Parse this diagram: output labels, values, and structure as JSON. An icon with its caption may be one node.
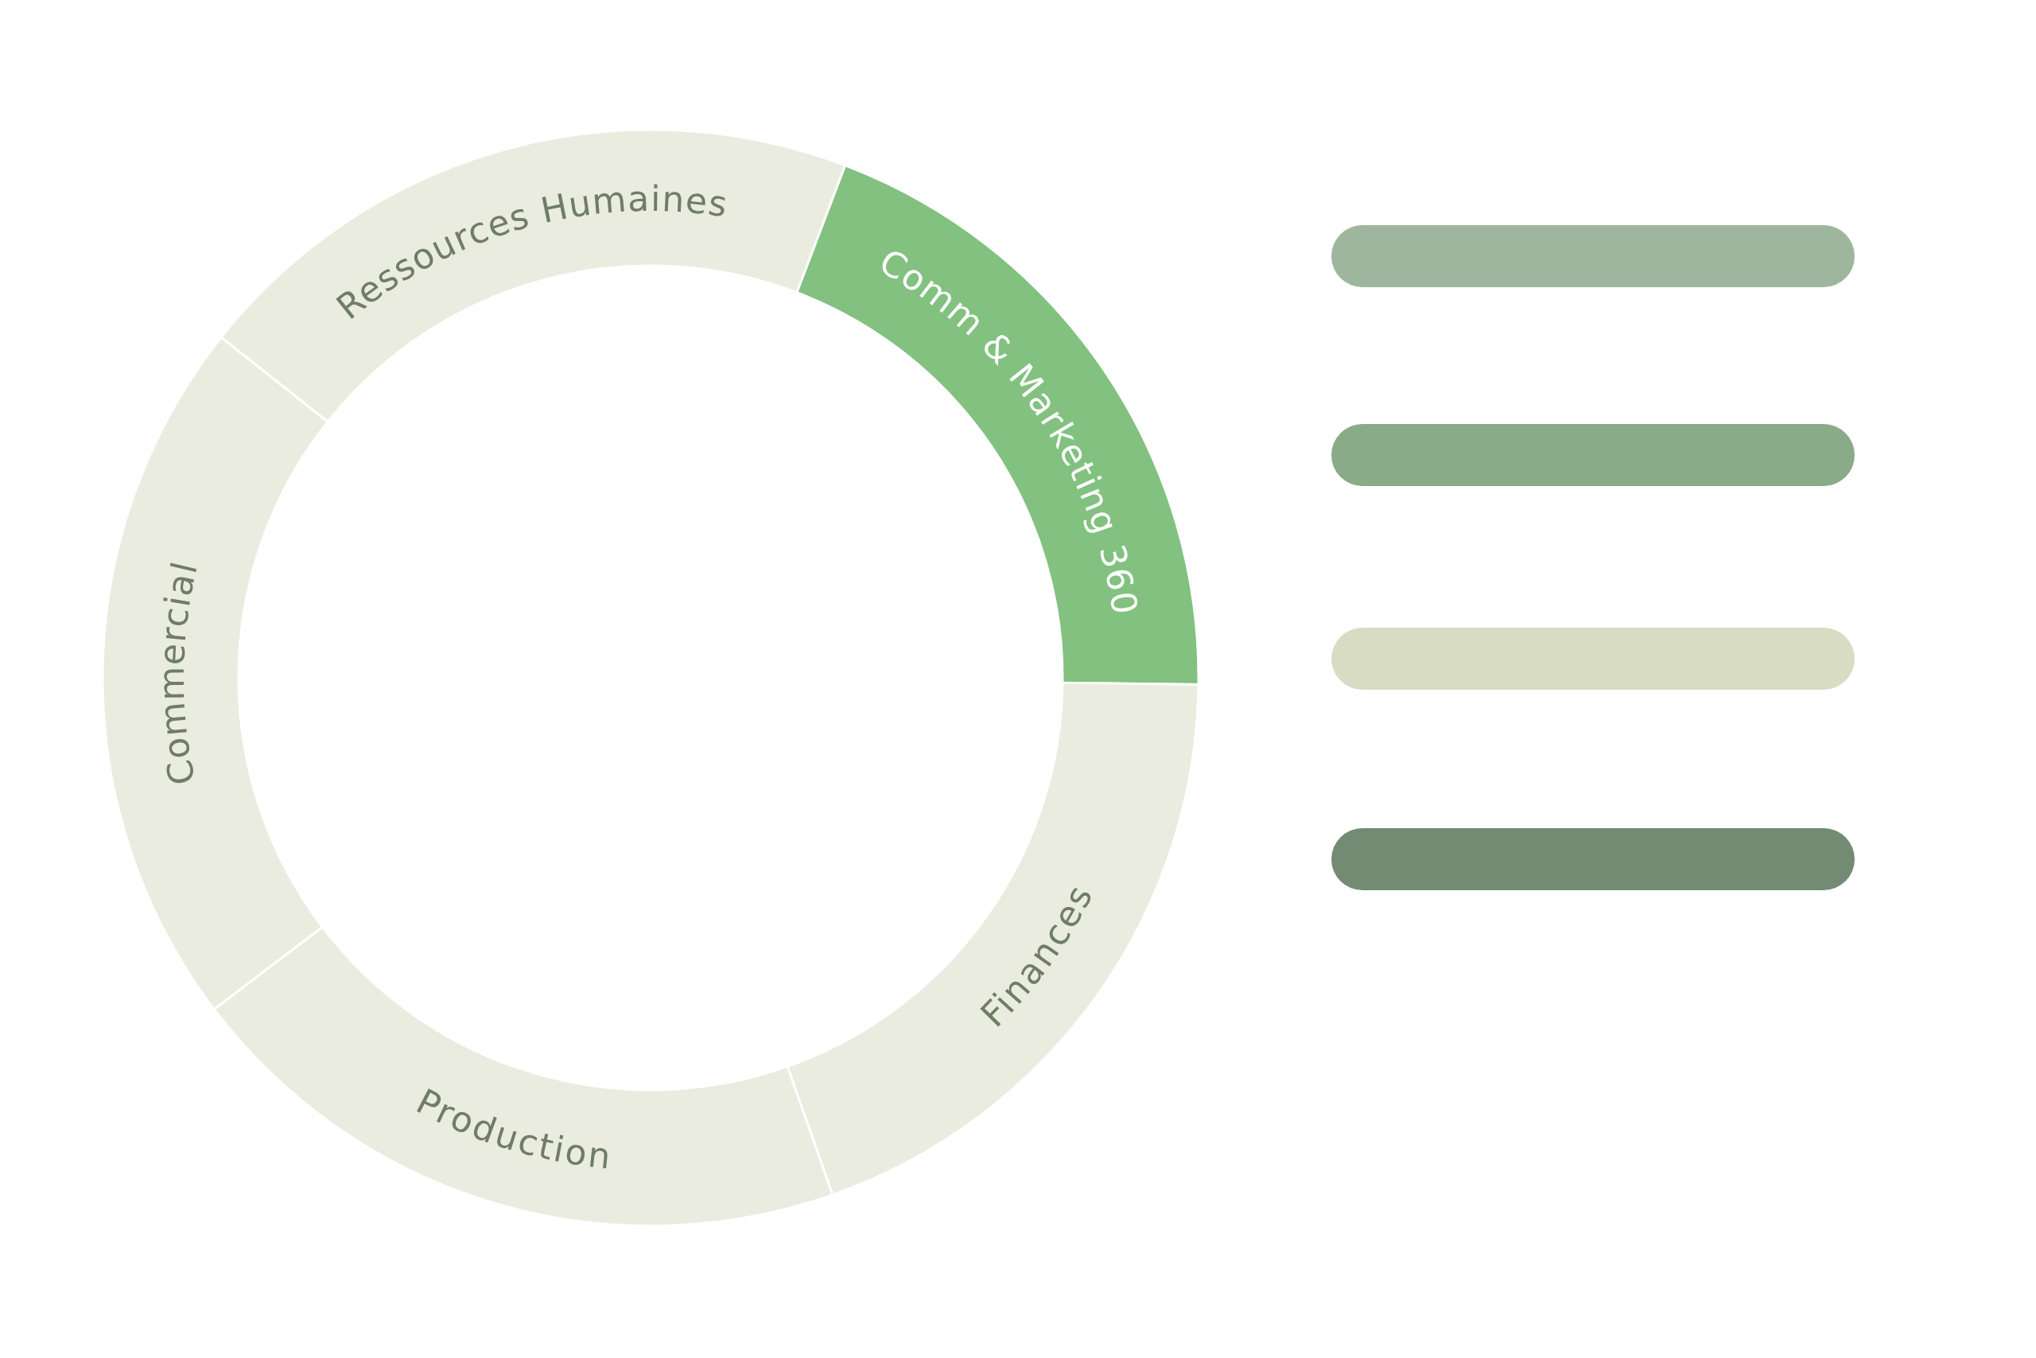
{
  "diagram": {
    "nodes": [
      {
        "text": [
          "Ressources Humaines"
        ]
      },
      {
        "text": [
          "Comm & Marketing 360"
        ]
      },
      {
        "text": [
          "Finances"
        ]
      },
      {
        "text": [
          "Production"
        ]
      },
      {
        "text": [
          "Commercial"
        ]
      },
      {
        "text": [],
        "shape": "bar"
      },
      {
        "text": [],
        "shape": "bar"
      },
      {
        "text": [],
        "shape": "bar"
      },
      {
        "text": [],
        "shape": "bar"
      }
    ]
  }
}
